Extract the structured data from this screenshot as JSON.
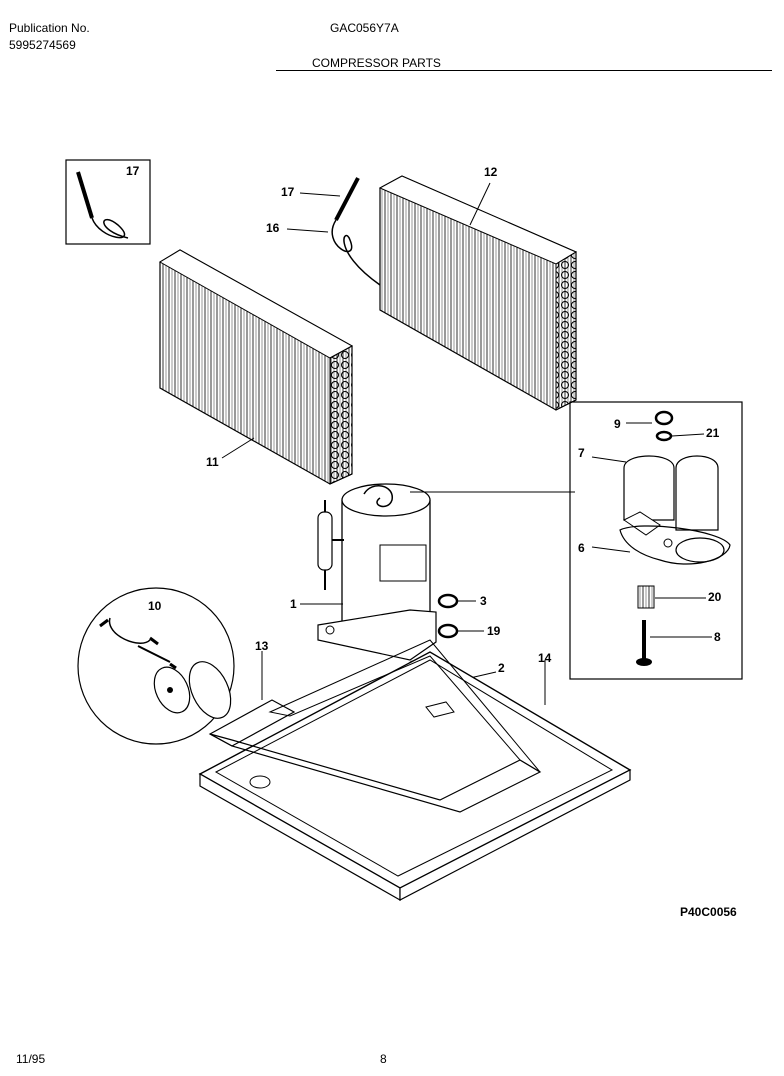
{
  "header": {
    "publication_label": "Publication No.",
    "publication_number": "5995274569",
    "model": "GAC056Y7A",
    "section_title": "COMPRESSOR PARTS"
  },
  "footer": {
    "date": "11/95",
    "page": "8",
    "diagram_code": "P40C0056"
  },
  "callouts": {
    "c1": "1",
    "c2": "2",
    "c3": "3",
    "c6": "6",
    "c7": "7",
    "c8": "8",
    "c9": "9",
    "c10": "10",
    "c11": "11",
    "c12": "12",
    "c13": "13",
    "c14": "14",
    "c16": "16",
    "c17a": "17",
    "c17b": "17",
    "c19": "19",
    "c20": "20",
    "c21": "21"
  }
}
